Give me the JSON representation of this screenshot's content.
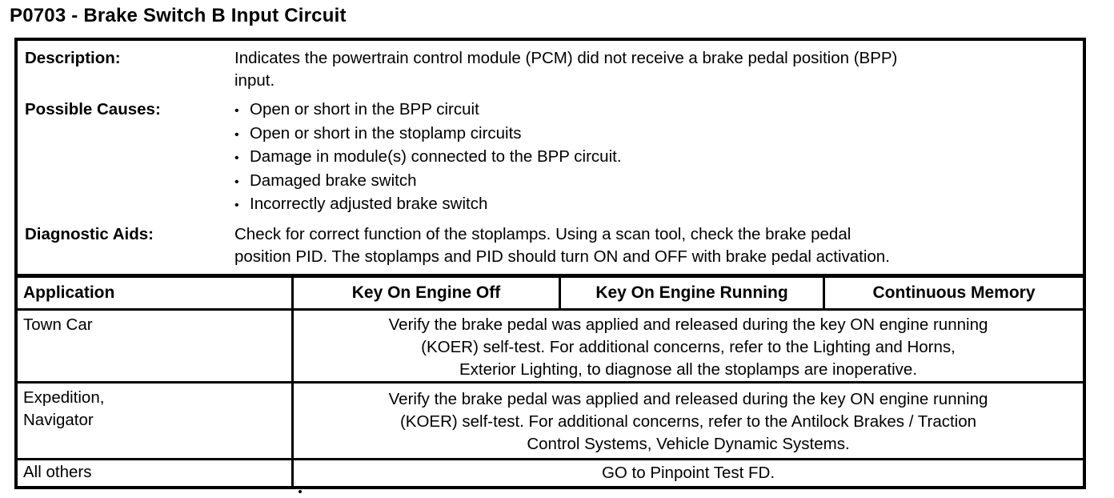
{
  "page": {
    "title": "P0703 - Brake Switch B Input Circuit"
  },
  "info": {
    "description": {
      "label": "Description:",
      "lines": [
        "Indicates the powertrain control module (PCM) did not receive a brake pedal position (BPP)",
        "input."
      ]
    },
    "causes": {
      "label": "Possible Causes:",
      "bullet_glyph": "•",
      "items": [
        "Open or short in the BPP circuit",
        "Open or short in the stoplamp circuits",
        "Damage in module(s) connected to the BPP circuit.",
        "Damaged brake switch",
        "Incorrectly adjusted brake switch"
      ]
    },
    "aids": {
      "label": "Diagnostic Aids:",
      "lines": [
        "Check for correct function of the stoplamps. Using a scan tool, check the brake pedal",
        "position PID. The stoplamps and PID should turn ON and OFF with brake pedal activation."
      ]
    }
  },
  "app_table": {
    "headers": [
      "Application",
      "Key On Engine Off",
      "Key On Engine Running",
      "Continuous Memory"
    ],
    "rows": [
      {
        "application_lines": [
          "Town Car"
        ],
        "action_lines": [
          "Verify the brake pedal was applied and released during the key ON engine running",
          "(KOER) self-test. For additional concerns, refer to the Lighting and Horns,",
          "Exterior Lighting, to diagnose all the stoplamps are inoperative."
        ]
      },
      {
        "application_lines": [
          "Expedition,",
          "Navigator"
        ],
        "action_lines": [
          "Verify the brake pedal was applied and released during the key ON engine running",
          "(KOER) self-test. For additional concerns, refer to the Antilock Brakes / Traction",
          "Control Systems, Vehicle Dynamic Systems."
        ]
      },
      {
        "application_lines": [
          "All others"
        ],
        "action_lines": [
          "GO to Pinpoint Test FD."
        ]
      }
    ]
  },
  "colors": {
    "ink": "#000000",
    "paper": "#ffffff"
  }
}
